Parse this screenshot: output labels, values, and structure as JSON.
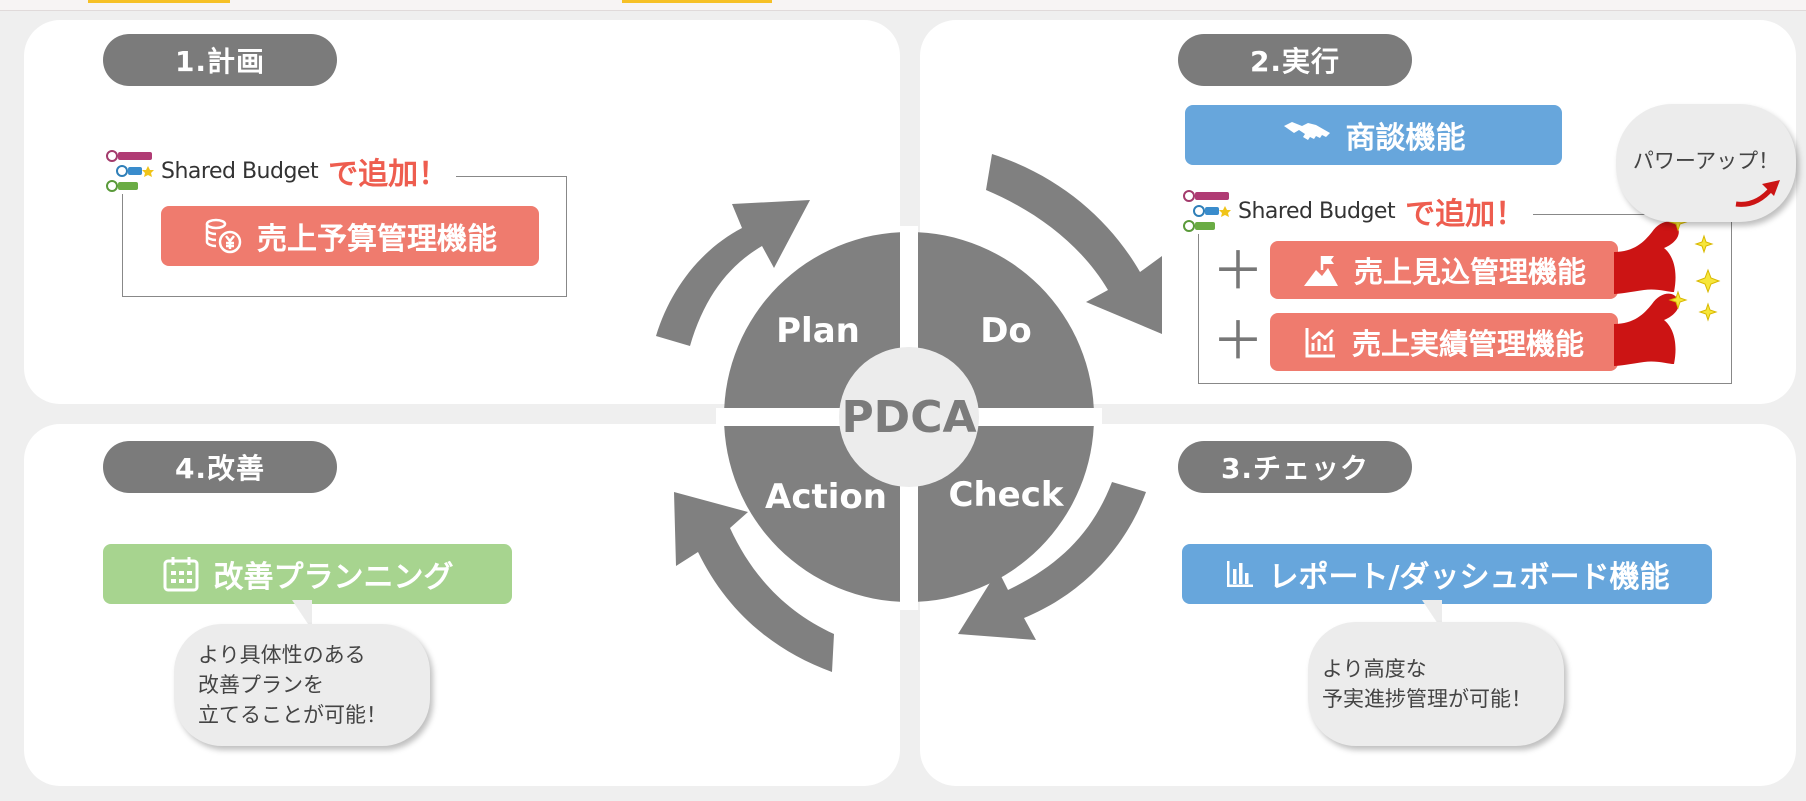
{
  "steps": {
    "plan": {
      "label": "1.計画"
    },
    "do": {
      "label": "2.実行"
    },
    "check": {
      "label": "3.チェック"
    },
    "action": {
      "label": "4.改善"
    }
  },
  "pdca": {
    "center": "PDCA",
    "plan": "Plan",
    "do": "Do",
    "check": "Check",
    "action": "Action"
  },
  "shared_budget": {
    "name": "Shared Budget",
    "add": "で追加！"
  },
  "features": {
    "sales_budget": "売上予算管理機能",
    "negotiation": "商談機能",
    "sales_forecast": "売上見込管理機能",
    "sales_actual": "売上実績管理機能",
    "report": "レポート/ダッシュボード機能",
    "improvement": "改善プランニング"
  },
  "bubbles": {
    "power_up": "パワーアップ！",
    "improvement_line1": "より具体性のある",
    "improvement_line2": "改善プランを",
    "improvement_line3": "立てることが可能！",
    "report_line1": "より高度な",
    "report_line2": "予実進捗管理が可能！"
  },
  "symbols": {
    "plus": "＋"
  },
  "colors": {
    "red": "#ef7b6e",
    "blue": "#67a6dc",
    "green": "#a7d48f",
    "gray": "#7b7b7b",
    "accent": "#ee5d4f"
  }
}
